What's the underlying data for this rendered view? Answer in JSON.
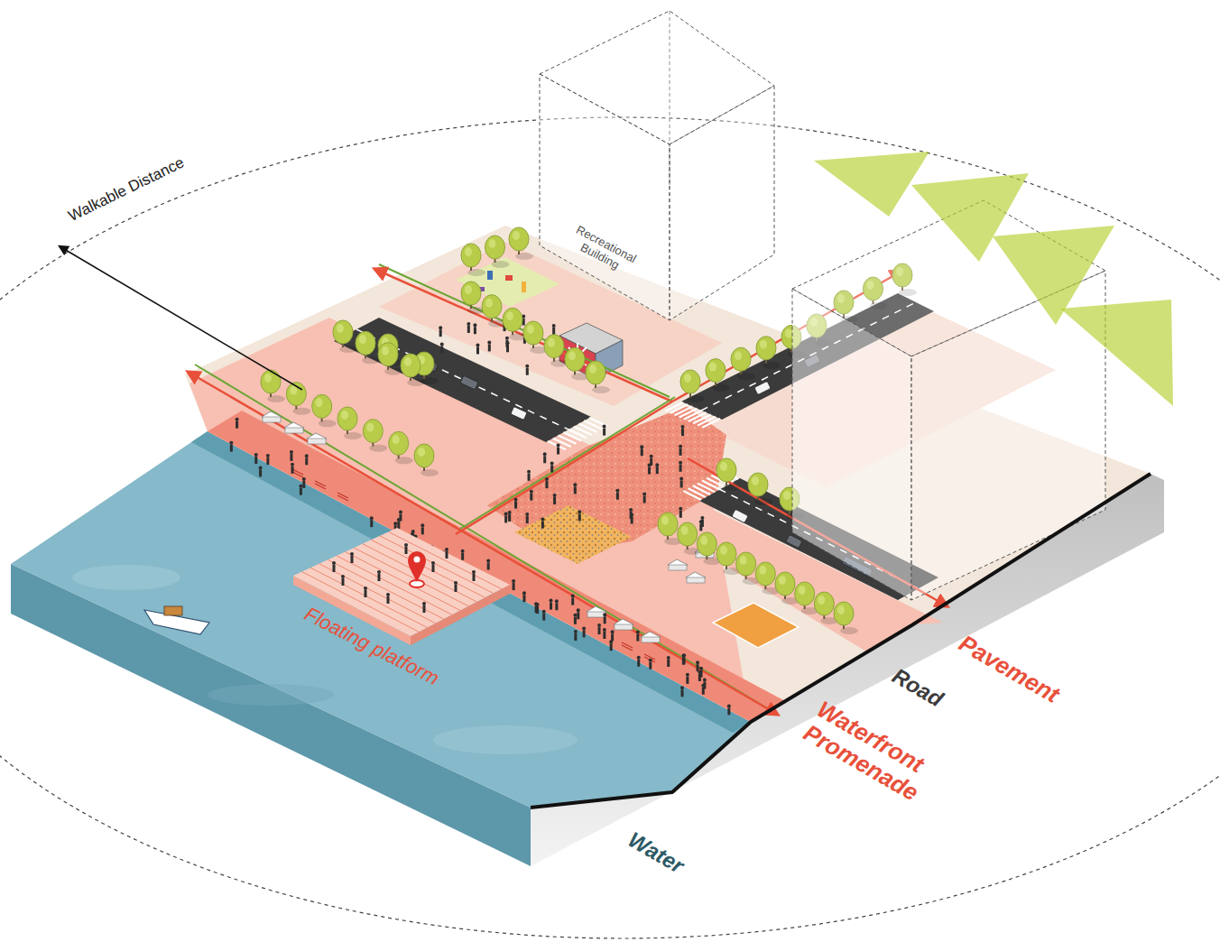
{
  "diagram": {
    "nodes": [
      {
        "text": [
          "Recreational Building"
        ]
      },
      {
        "text": [
          "Floating platform"
        ]
      }
    ],
    "labels": [
      "Walkable Distance",
      "Pavement",
      "Road",
      "Waterfront Promenade",
      "Water"
    ]
  }
}
